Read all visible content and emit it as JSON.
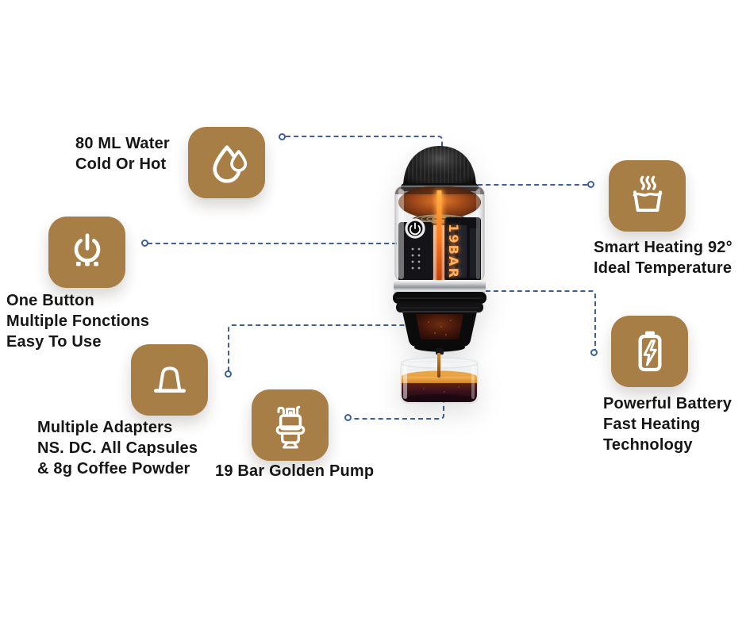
{
  "colors": {
    "gold": "#A67E46",
    "text": "#161616",
    "connector": "#3D5F9B",
    "background": "#FFFFFF",
    "glow_orange": "#FF8C2E"
  },
  "machine": {
    "label": "19BAR"
  },
  "features": [
    {
      "id": "water",
      "icon": "water-drops-icon",
      "lines": [
        "80 ML Water",
        "Cold Or Hot"
      ]
    },
    {
      "id": "power",
      "icon": "power-button-icon",
      "lines": [
        "One Button",
        "Multiple Fonctions",
        "Easy To Use"
      ]
    },
    {
      "id": "capsule",
      "icon": "coffee-capsule-icon",
      "lines": [
        "Multiple Adapters",
        "NS. DC. All Capsules",
        "& 8g Coffee Powder"
      ]
    },
    {
      "id": "pump",
      "icon": "pump-icon",
      "lines": [
        "19 Bar Golden Pump"
      ]
    },
    {
      "id": "heating",
      "icon": "smart-heating-icon",
      "lines": [
        "Smart Heating 92°",
        "Ideal Temperature"
      ]
    },
    {
      "id": "battery",
      "icon": "battery-bolt-icon",
      "lines": [
        "Powerful Battery",
        "Fast Heating",
        "Technology"
      ]
    }
  ]
}
